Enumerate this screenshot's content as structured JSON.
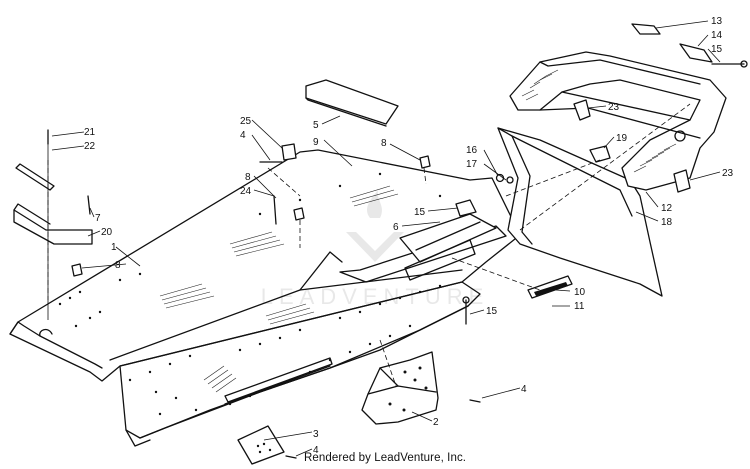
{
  "callouts": [
    {
      "id": "c1",
      "text": "1"
    },
    {
      "id": "c2",
      "text": "2"
    },
    {
      "id": "c3",
      "text": "3"
    },
    {
      "id": "c4a",
      "text": "4"
    },
    {
      "id": "c4b",
      "text": "4"
    },
    {
      "id": "c4c",
      "text": "4"
    },
    {
      "id": "c5",
      "text": "5"
    },
    {
      "id": "c6",
      "text": "6"
    },
    {
      "id": "c7",
      "text": "7"
    },
    {
      "id": "c8a",
      "text": "8"
    },
    {
      "id": "c8b",
      "text": "8"
    },
    {
      "id": "c8c",
      "text": "8"
    },
    {
      "id": "c9",
      "text": "9"
    },
    {
      "id": "c10",
      "text": "10"
    },
    {
      "id": "c11",
      "text": "11"
    },
    {
      "id": "c12",
      "text": "12"
    },
    {
      "id": "c13",
      "text": "13"
    },
    {
      "id": "c14",
      "text": "14"
    },
    {
      "id": "c15a",
      "text": "15"
    },
    {
      "id": "c15b",
      "text": "15"
    },
    {
      "id": "c15c",
      "text": "15"
    },
    {
      "id": "c16",
      "text": "16"
    },
    {
      "id": "c17",
      "text": "17"
    },
    {
      "id": "c18",
      "text": "18"
    },
    {
      "id": "c19",
      "text": "19"
    },
    {
      "id": "c20",
      "text": "20"
    },
    {
      "id": "c21",
      "text": "21"
    },
    {
      "id": "c22",
      "text": "22"
    },
    {
      "id": "c23a",
      "text": "23"
    },
    {
      "id": "c23b",
      "text": "23"
    },
    {
      "id": "c24",
      "text": "24"
    },
    {
      "id": "c25",
      "text": "25"
    }
  ],
  "watermark": "LEADVENTURE",
  "footer": {
    "credit": "Rendered by LeadVenture, Inc."
  }
}
